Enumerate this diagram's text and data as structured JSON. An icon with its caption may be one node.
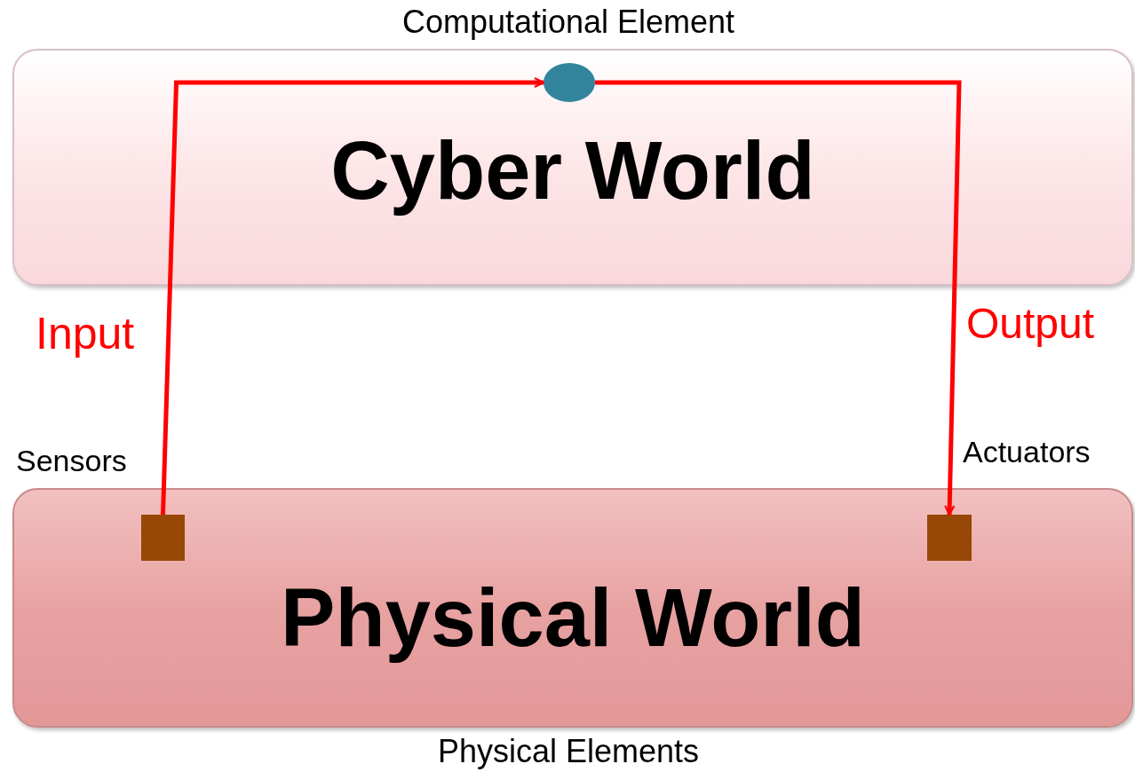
{
  "diagram": {
    "nodes": [
      {
        "text": [
          "Cyber World"
        ]
      },
      {
        "text": [],
        "shape": "circle",
        "in": 0,
        "beside": [
          "Computational Element"
        ]
      },
      {
        "text": [
          "Physical World"
        ],
        "beside": [
          "Physical Elements"
        ]
      },
      {
        "text": [],
        "shape": "box",
        "in": 2,
        "beside": [
          "Sensors"
        ]
      },
      {
        "text": [],
        "shape": "box",
        "in": 2,
        "beside": [
          "Actuators"
        ]
      }
    ],
    "edges": [
      {
        "from": 3,
        "to": 1,
        "arrow": "to",
        "label": "Input"
      },
      {
        "from": 1,
        "to": 4,
        "arrow": "to",
        "label": "Output"
      }
    ]
  }
}
